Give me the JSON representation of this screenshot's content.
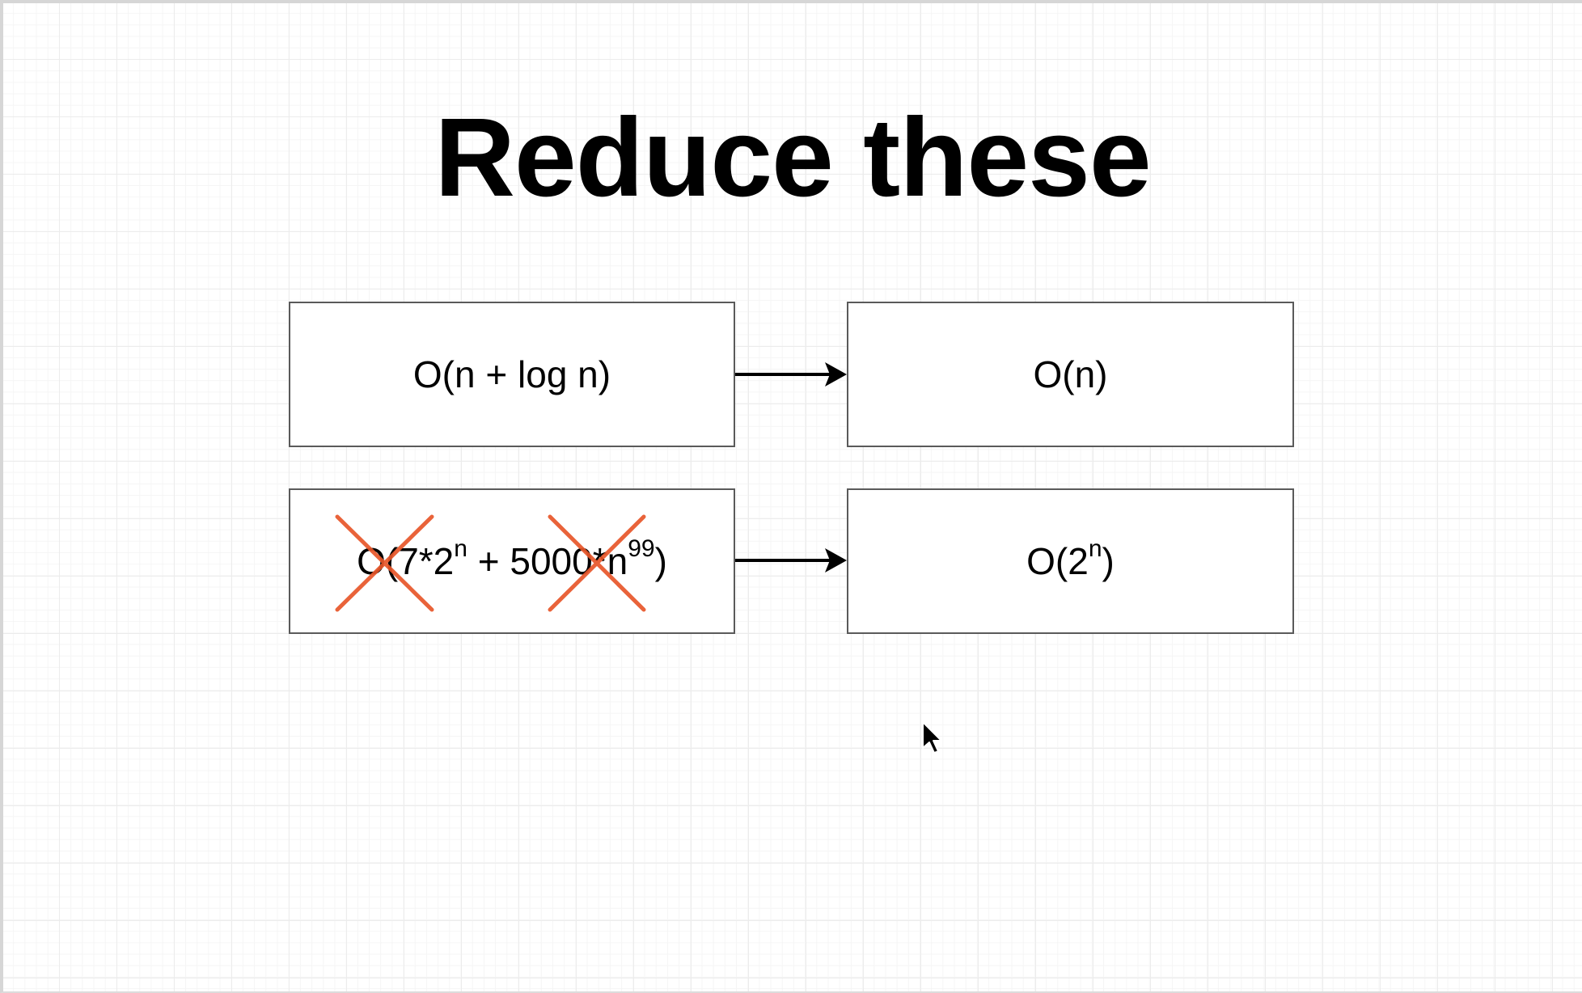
{
  "title": "Reduce these",
  "boxes": {
    "row1_left": {
      "text": "O(n + log n)"
    },
    "row1_right": {
      "text": "O(n)"
    },
    "row2_left": {
      "prefix": "O(7*2",
      "sup1": "n",
      "middle": " + 5000*n",
      "sup2": "99",
      "suffix": ")"
    },
    "row2_right": {
      "prefix": "O(2",
      "sup": "n",
      "suffix": ")"
    }
  },
  "colors": {
    "cross_out": "#e8562a",
    "arrow": "#000000",
    "box_border": "#5a5a5a"
  },
  "icons": [
    "arrow-right-icon",
    "cross-out-icon",
    "mouse-cursor-icon"
  ]
}
